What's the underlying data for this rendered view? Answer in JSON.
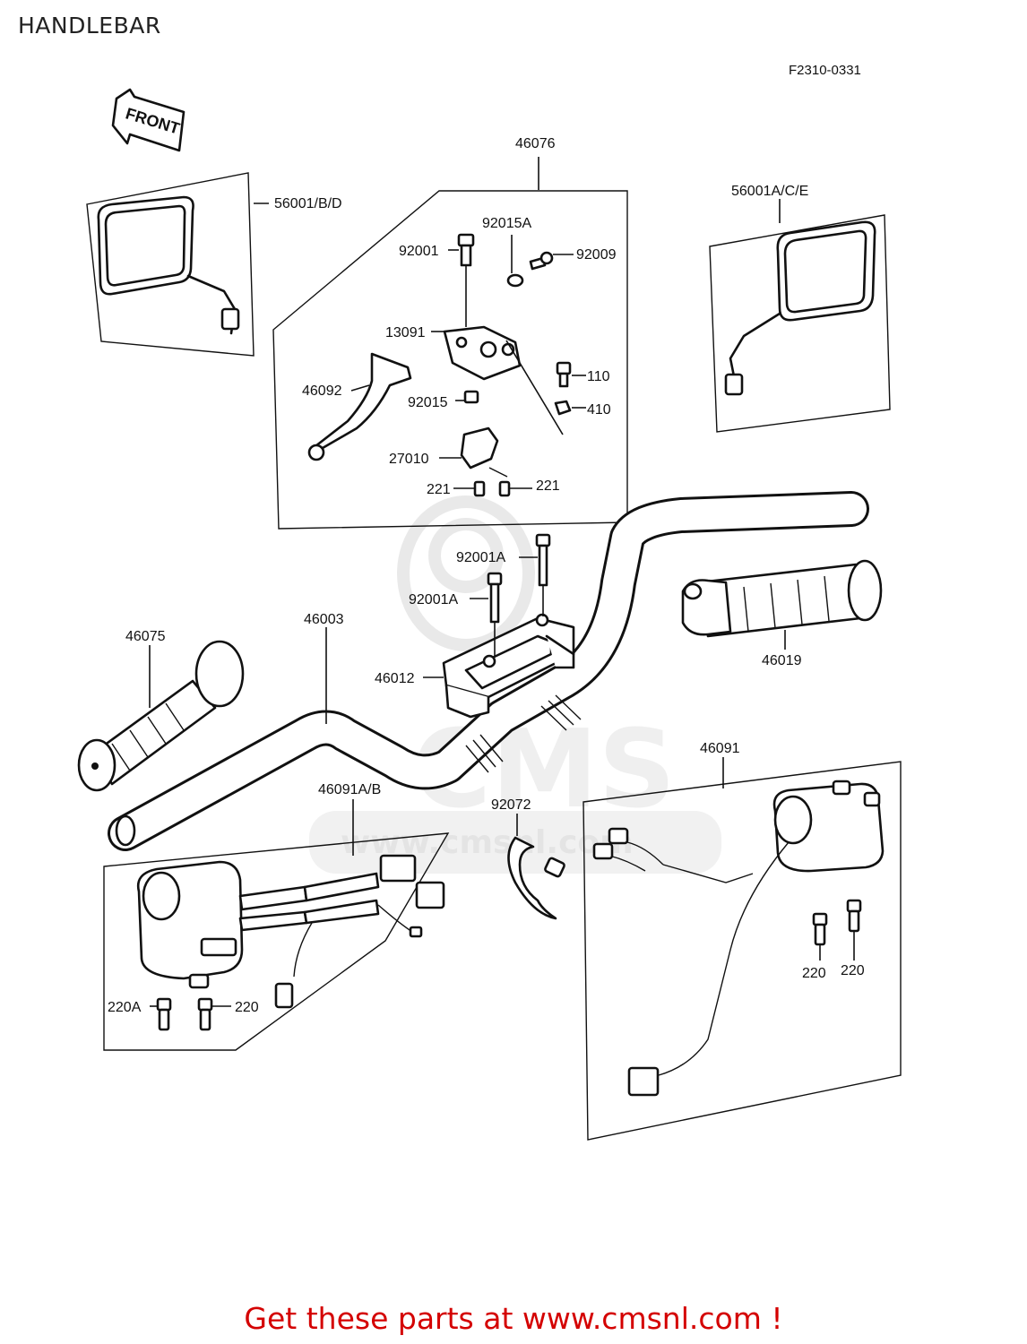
{
  "header": {
    "title": "HANDLEBAR",
    "diagram_code": "F2310-0331"
  },
  "orientation": {
    "label": "FRONT"
  },
  "watermark": {
    "text": "www.cmsnl.com",
    "logo": "CMS"
  },
  "labels": {
    "l46076": "46076",
    "l56001bd": "56001/B/D",
    "l56001ace": "56001A/C/E",
    "l92015A": "92015A",
    "l92001": "92001",
    "l92009": "92009",
    "l13091": "13091",
    "l110": "110",
    "l46092": "46092",
    "l92015": "92015",
    "l410": "410",
    "l27010": "27010",
    "l221a": "221",
    "l221b": "221",
    "l92001A_1": "92001A",
    "l92001A_2": "92001A",
    "l46003": "46003",
    "l46075": "46075",
    "l46019": "46019",
    "l46012": "46012",
    "l46091": "46091",
    "l46091AB": "46091A/B",
    "l92072": "92072",
    "l220A": "220A",
    "l220a": "220",
    "l220b": "220",
    "l220c": "220"
  },
  "footer": {
    "text": "Get these parts at www.cmsnl.com !",
    "color": "#d40000"
  }
}
